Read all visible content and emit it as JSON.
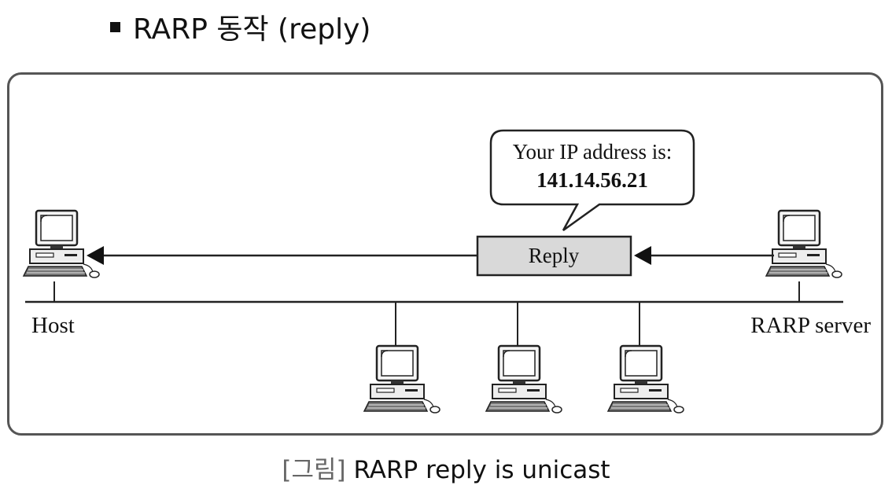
{
  "heading": {
    "text": "RARP 동작 (reply)"
  },
  "bubble": {
    "line1": "Your IP address is:",
    "line2": "141.14.56.21"
  },
  "packet": {
    "label": "Reply"
  },
  "nodes": {
    "host_label": "Host",
    "server_label": "RARP server"
  },
  "caption": {
    "tag": "[그림]",
    "text": "RARP reply is unicast"
  }
}
